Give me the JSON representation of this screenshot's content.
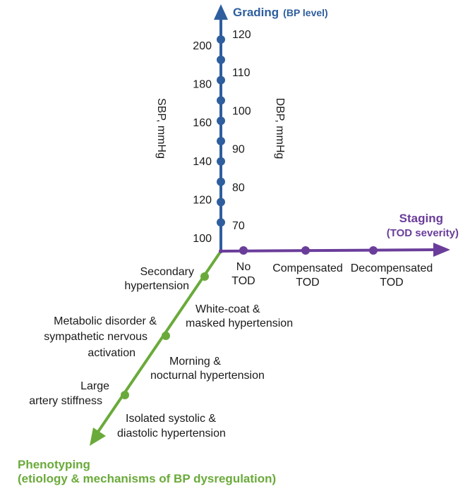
{
  "colors": {
    "grading": "#2e5e9e",
    "staging": "#6a3d9a",
    "phenotyping": "#6aaa3a",
    "text": "#1a1a1a"
  },
  "grading": {
    "title": "Grading",
    "subtitle": "(BP level)",
    "sbp_label": "SBP, mmHg",
    "dbp_label": "DBP, mmHg",
    "sbp_ticks": [
      "200",
      "180",
      "160",
      "140",
      "120",
      "100"
    ],
    "dbp_ticks": [
      "120",
      "110",
      "100",
      "90",
      "80",
      "70"
    ],
    "dot_count": 10
  },
  "staging": {
    "title": "Staging",
    "subtitle": "(TOD severity)",
    "points": [
      {
        "line1": "No",
        "line2": "TOD"
      },
      {
        "line1": "Compensated",
        "line2": "TOD"
      },
      {
        "line1": "Decompensated",
        "line2": "TOD"
      }
    ]
  },
  "phenotyping": {
    "title": "Phenotyping",
    "subtitle": "(etiology & mechanisms of BP dysregulation)",
    "left_labels": [
      {
        "lines": [
          "Secondary",
          "hypertension"
        ]
      },
      {
        "lines": [
          "Metabolic disorder &",
          "sympathetic nervous",
          "activation"
        ]
      },
      {
        "lines": [
          "Large",
          "artery stiffness"
        ]
      }
    ],
    "right_labels": [
      {
        "lines": [
          "White-coat &",
          "masked hypertension"
        ]
      },
      {
        "lines": [
          "Morning &",
          "nocturnal hypertension"
        ]
      },
      {
        "lines": [
          "Isolated systolic &",
          "diastolic hypertension"
        ]
      }
    ]
  }
}
